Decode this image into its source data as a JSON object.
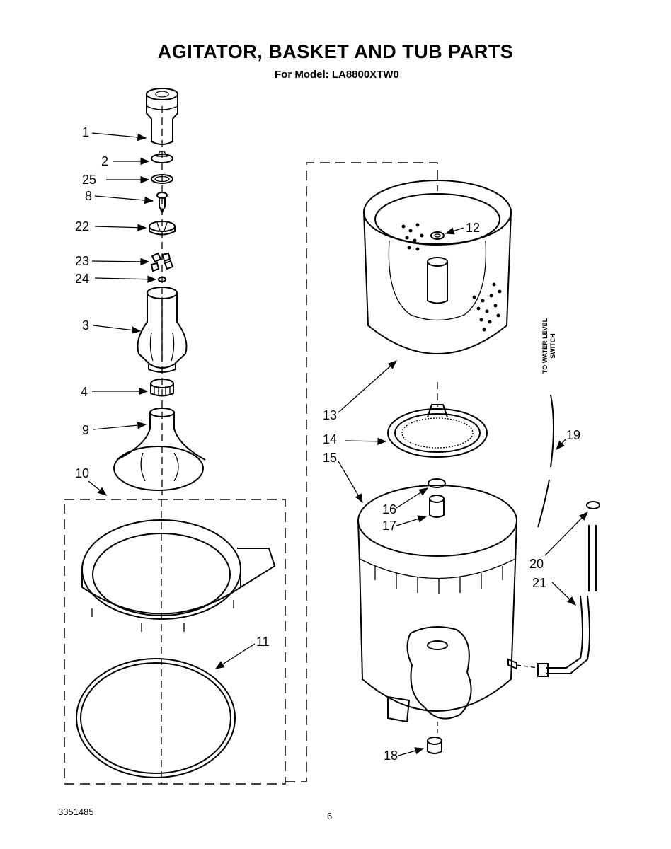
{
  "title": "AGITATOR, BASKET AND TUB PARTS",
  "subtitle": "For Model: LA8800XTW0",
  "side_note": "TO WATER LEVEL SWITCH",
  "footer": {
    "doc_number": "3351485",
    "page_number": "6"
  },
  "callouts": {
    "c1": "1",
    "c2": "2",
    "c25": "25",
    "c8": "8",
    "c22": "22",
    "c23": "23",
    "c24": "24",
    "c3": "3",
    "c4": "4",
    "c9": "9",
    "c10": "10",
    "c11": "11",
    "c12": "12",
    "c13": "13",
    "c14": "14",
    "c15": "15",
    "c16": "16",
    "c17": "17",
    "c18": "18",
    "c19": "19",
    "c20": "20",
    "c21": "21"
  }
}
